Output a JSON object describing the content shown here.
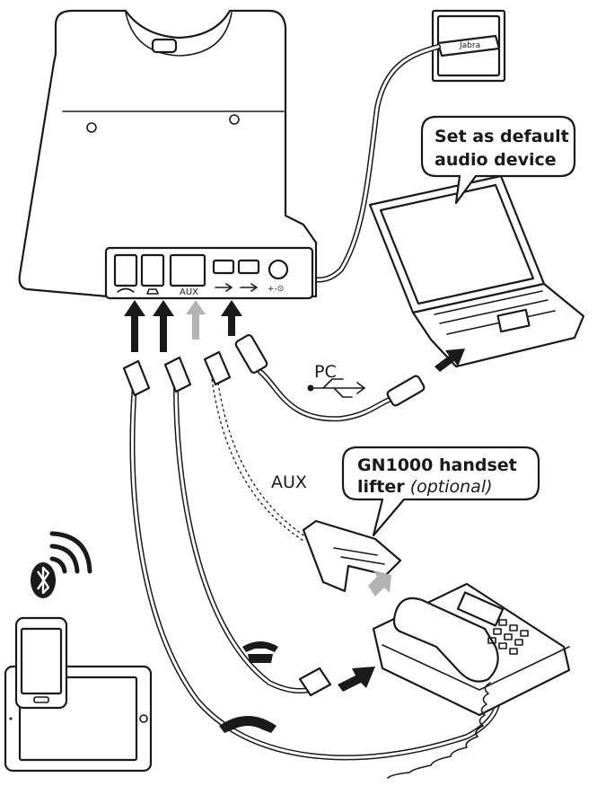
{
  "callouts": {
    "pc_setting": [
      "Set as default",
      "audio device"
    ],
    "lifter_title": "GN1000 handset",
    "lifter_word": "lifter",
    "lifter_optional": "(optional)"
  },
  "labels": {
    "pc": "PC",
    "aux_cable": "AUX",
    "aux_port": "AUX",
    "adapter_brand": "Jabra"
  },
  "icons": {
    "base_ports": [
      "handset-icon",
      "desk-phone-icon",
      "aux-port",
      "usb-icon",
      "usb-icon",
      "power-icon"
    ],
    "arrow_colors": {
      "dark": "#1a1a1a",
      "aux": "#b3b3b3"
    }
  }
}
